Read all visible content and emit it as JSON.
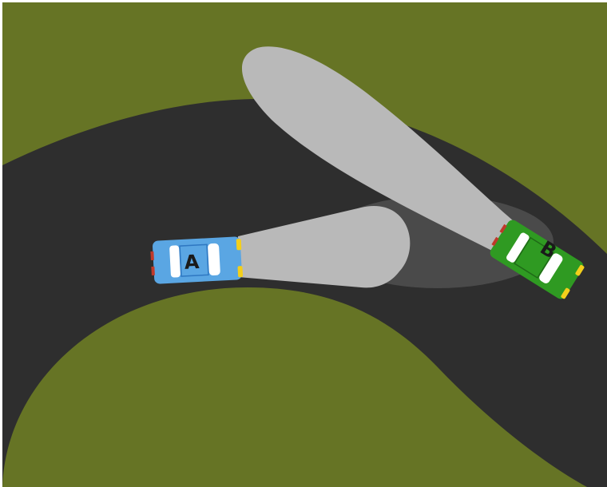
{
  "scene": {
    "colors": {
      "background": "#ffffff",
      "grass": "#667425",
      "road": "#2e2e2e",
      "headlight_beam": "#b9b9b9",
      "shadow": "#4a4a4a",
      "headlight": "#f3cf1b",
      "taillight": "#c0392b"
    }
  },
  "cars": [
    {
      "label": "A",
      "body_color": "#5aa6e3",
      "stripe_color": "#2f78c2",
      "heading": "right"
    },
    {
      "label": "B",
      "body_color": "#2f9a22",
      "stripe_color": "#1f6a17",
      "heading": "up-left"
    }
  ]
}
